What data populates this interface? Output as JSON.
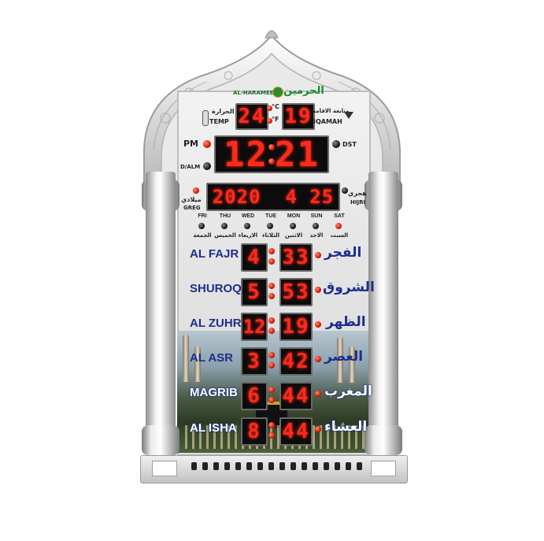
{
  "brand": {
    "latin": "AL-HARAMEEN",
    "arabic": "الحرمين"
  },
  "temperature": {
    "value": "24",
    "label": "TEMP",
    "label_ar": "الحرارة",
    "unit_c": "°C",
    "unit_f": "°F"
  },
  "iqamah": {
    "value": "19",
    "label": "IQAMAH",
    "label_ar": "متابعة الاقامة"
  },
  "time": {
    "ampm_label": "PM",
    "hours": "12",
    "minutes": "21",
    "dst_label": "DST",
    "dalm_label": "D/ALM"
  },
  "date": {
    "text": "2020  4 25",
    "greg_label": "GREG",
    "greg_ar": "ميلادي",
    "hijri_label": "HIJRI",
    "hijri_ar": "هجري"
  },
  "days": [
    {
      "en": "FRI",
      "ar": "الجمعة",
      "active": false
    },
    {
      "en": "THU",
      "ar": "الخميس",
      "active": false
    },
    {
      "en": "WED",
      "ar": "الاربعاء",
      "active": false
    },
    {
      "en": "TUE",
      "ar": "الثلاثاء",
      "active": false
    },
    {
      "en": "MON",
      "ar": "الاثنين",
      "active": false
    },
    {
      "en": "SUN",
      "ar": "الاحد",
      "active": false
    },
    {
      "en": "SAT",
      "ar": "السبت",
      "active": true
    }
  ],
  "prayers": [
    {
      "en": "AL FAJR",
      "ar": "الفجر",
      "hour": "4",
      "minute": "33"
    },
    {
      "en": "SHUROQ",
      "ar": "الشروق",
      "hour": "5",
      "minute": "53"
    },
    {
      "en": "AL ZUHR",
      "ar": "الظهر",
      "hour": "12",
      "minute": "19"
    },
    {
      "en": "AL ASR",
      "ar": "العصر",
      "hour": "3",
      "minute": "42"
    },
    {
      "en": "MAGRIB",
      "ar": "المغرب",
      "hour": "6",
      "minute": "44"
    },
    {
      "en": "AL ISHA",
      "ar": "العشاء",
      "hour": "8",
      "minute": "44"
    }
  ],
  "colors": {
    "led": "#ff2a1a",
    "prayer_text": "#1d2e8c",
    "frame": "#c8c8c8"
  }
}
